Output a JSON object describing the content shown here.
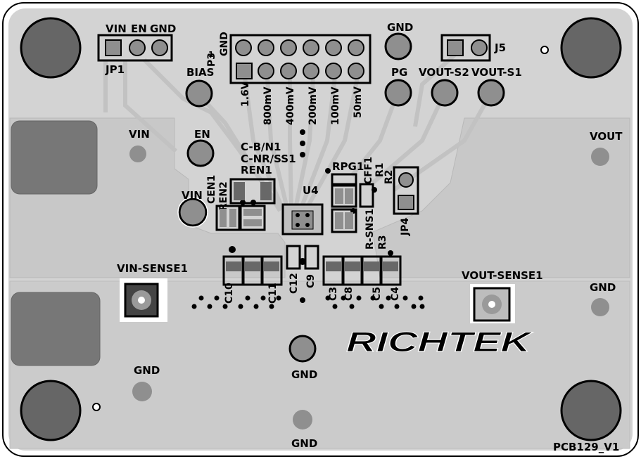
{
  "board": {
    "colors": {
      "background": "#ffffff",
      "board": "#d3d3d3",
      "copper": "#c8c8c8",
      "trace": "#cfcfcf",
      "pad_gray": "#8f8f8f",
      "pad_dark": "#686868",
      "silkscreen": "#000000"
    },
    "labels": {
      "jp1_vin": "VIN",
      "jp1_en": "EN",
      "jp1_gnd": "GND",
      "jp1": "JP1",
      "p3_gnd": "GND",
      "p3": "P3",
      "p3_pin1_marker": "1",
      "p3_v1": "1.6V",
      "p3_v2": "800mV",
      "p3_v3": "400mV",
      "p3_v4": "200mV",
      "p3_v5": "100mV",
      "p3_v6": "50mV",
      "gnd_top": "GND",
      "j5": "J5",
      "bias": "BIAS",
      "pg": "PG",
      "vout_s2": "VOUT-S2",
      "vout_s1": "VOUT-S1",
      "en": "EN",
      "vin_left": "VIN",
      "vout_right": "VOUT",
      "c_b_n1": "C-B/N1",
      "c_nr_ss1": "C-NR/SS1",
      "ren1": "REN1",
      "ren2": "REN2",
      "cen1": "CEN1",
      "vin_tp": "VIN",
      "u4": "U4",
      "rpg1": "RPG1",
      "cff1": "CFF1",
      "r1": "R1",
      "r2": "R2",
      "jp4": "JP4",
      "r_sns1": "R-SNS1",
      "r3": "R3",
      "c12": "C12",
      "c9": "C9",
      "c10": "C10",
      "c11": "C11",
      "c3": "C3",
      "c8": "C8",
      "c5": "C5",
      "c4": "C4",
      "vin_sense1": "VIN-SENSE1",
      "vout_sense1": "VOUT-SENSE1",
      "gnd_right": "GND",
      "gnd_center": "GND",
      "gnd_bottom_left": "GND",
      "gnd_bottom": "GND",
      "logo": "RICHTEK",
      "pcb_id": "PCB129_V1"
    }
  }
}
